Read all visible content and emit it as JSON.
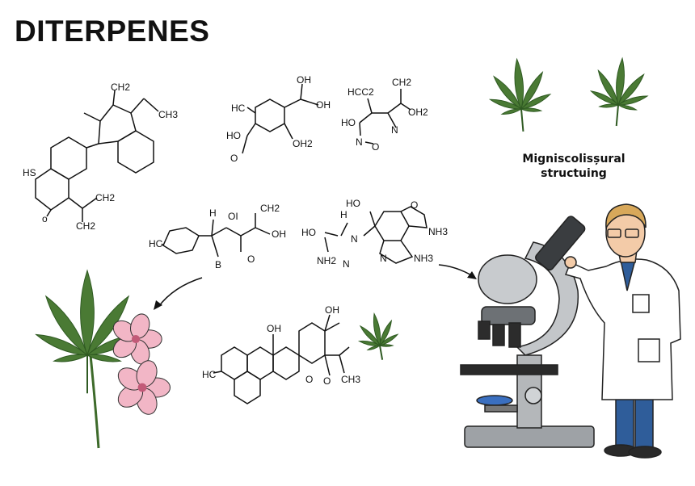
{
  "title": "DITERPENES",
  "caption": {
    "line1": "Migniscolisșural",
    "line2": "structuing"
  },
  "molecules": {
    "m1": [
      "CH2",
      "CH3",
      "HS",
      "o",
      "CH2",
      "CH2"
    ],
    "m2": [
      "HC",
      "OH",
      "OH",
      "HO",
      "O",
      "OH2"
    ],
    "m3": [
      "HCC2",
      "CH2",
      "HO",
      "OH2",
      "N",
      "O",
      "N"
    ],
    "m4": [
      "H",
      "OI",
      "CH2",
      "OH",
      "HC",
      "B",
      "O"
    ],
    "m5": [
      "HO",
      "O",
      "H",
      "HO",
      "N",
      "NH3",
      "NH2",
      "N",
      "N",
      "NH3"
    ],
    "m6": [
      "OH",
      "OH",
      "HC",
      "O",
      "O",
      "CH3"
    ]
  },
  "colors": {
    "leaf": "#4a7a34",
    "leaf_dark": "#2f5a22",
    "flower": "#f2b6c6",
    "coat": "#ffffff",
    "pants": "#2f5d9a",
    "scope": "#b9bcbf"
  }
}
